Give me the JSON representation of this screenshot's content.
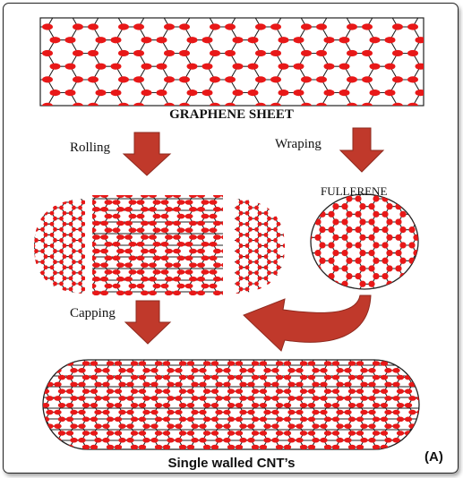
{
  "labels": {
    "graphene_sheet": "GRAPHENE SHEET",
    "rolling": "Rolling",
    "wraping": "Wraping",
    "fullerene": "FULLERENE",
    "capping": "Capping",
    "single_walled_cnt": "Single walled CNT’s",
    "panel_letter": "(A)"
  },
  "colors": {
    "atom": "#e81818",
    "bond": "#222222",
    "arrow": "#c0392b",
    "arrow_dark": "#8e2a1f"
  }
}
